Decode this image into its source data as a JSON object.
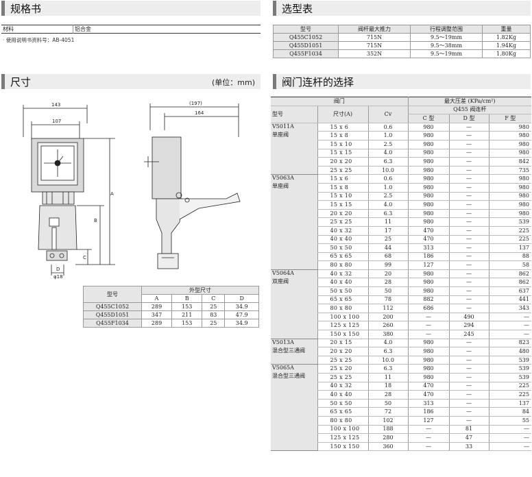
{
  "sections": {
    "specs": {
      "title": "规格书"
    },
    "selection": {
      "title": "选型表"
    },
    "dimensions": {
      "title": "尺寸",
      "unit": "(单位：mm)"
    },
    "linkage": {
      "title": "阀门连杆的选择"
    }
  },
  "material": {
    "label": "材料",
    "value": "铝合金"
  },
  "note": "· 使用说明书资料号：AB-4051",
  "selection_table": {
    "headers": [
      "型号",
      "阀杆最大推力",
      "行程调整范围",
      "重量"
    ],
    "rows": [
      [
        "Q455C1052",
        "715N",
        "9.5～19mm",
        "1.82Kg"
      ],
      [
        "Q455D1051",
        "715N",
        "9.5～38mm",
        "1.94Kg"
      ],
      [
        "Q455F1034",
        "352N",
        "9.5～19mm",
        "1.80Kg"
      ]
    ]
  },
  "drawing": {
    "dim_143": "143",
    "dim_107": "107",
    "dim_197": "(197)",
    "dim_164": "164",
    "label_a": "A",
    "label_b": "B",
    "label_c": "C",
    "label_d": "D",
    "dim_bottom": "φ18"
  },
  "dims_table": {
    "model_header": "型号",
    "group_header": "外型尺寸",
    "cols": [
      "A",
      "B",
      "C",
      "D"
    ],
    "rows": [
      [
        "Q455C1052",
        "289",
        "153",
        "25",
        "34.9"
      ],
      [
        "Q455D1051",
        "347",
        "211",
        "83",
        "47.9"
      ],
      [
        "Q455F1034",
        "289",
        "153",
        "25",
        "34.9"
      ]
    ]
  },
  "valve_table": {
    "h_valve": "阀门",
    "h_maxdp": "最大压差 (KPa/cm²)",
    "h_model": "型号",
    "h_size": "尺寸(A)",
    "h_cv": "Cv",
    "h_linkage": "Q455 阀连杆",
    "h_c": "C 型",
    "h_d": "D 型",
    "h_f": "F 型",
    "groups": [
      {
        "model": "V5011A",
        "desc": "单座阀",
        "rows": [
          [
            "15 x 6",
            "0.6",
            "980",
            "—",
            "980"
          ],
          [
            "15 x 8",
            "1.0",
            "980",
            "—",
            "980"
          ],
          [
            "15 x 10",
            "2.5",
            "980",
            "—",
            "980"
          ],
          [
            "15 x 15",
            "4.0",
            "980",
            "—",
            "980"
          ],
          [
            "20 x 20",
            "6.3",
            "980",
            "—",
            "842"
          ],
          [
            "25 x 25",
            "10.0",
            "980",
            "—",
            "735"
          ]
        ]
      },
      {
        "model": "V5063A",
        "desc": "单座阀",
        "rows": [
          [
            "15 x 6",
            "0.6",
            "980",
            "—",
            "980"
          ],
          [
            "15 x 8",
            "1.0",
            "980",
            "—",
            "980"
          ],
          [
            "15 x 10",
            "2.5",
            "980",
            "—",
            "980"
          ],
          [
            "15 x 15",
            "4.0",
            "980",
            "—",
            "980"
          ],
          [
            "20 x 20",
            "6.3",
            "980",
            "—",
            "980"
          ],
          [
            "25 x 25",
            "11",
            "980",
            "—",
            "539"
          ],
          [
            "40 x 32",
            "17",
            "470",
            "—",
            "225"
          ],
          [
            "40 x 40",
            "25",
            "470",
            "—",
            "225"
          ],
          [
            "50 x 50",
            "44",
            "313",
            "—",
            "137"
          ],
          [
            "65 x 65",
            "68",
            "186",
            "—",
            "88"
          ],
          [
            "80 x 80",
            "99",
            "127",
            "—",
            "58"
          ]
        ]
      },
      {
        "model": "V5064A",
        "desc": "双座阀",
        "rows": [
          [
            "40 x 32",
            "20",
            "980",
            "—",
            "862"
          ],
          [
            "40 x 40",
            "28",
            "980",
            "—",
            "862"
          ],
          [
            "50 x 50",
            "50",
            "980",
            "—",
            "637"
          ],
          [
            "65 x 65",
            "78",
            "882",
            "—",
            "441"
          ],
          [
            "80 x 80",
            "112",
            "686",
            "—",
            "343"
          ],
          [
            "100 x 100",
            "200",
            "—",
            "490",
            "—"
          ],
          [
            "125 x 125",
            "260",
            "—",
            "294",
            "—"
          ],
          [
            "150 x 150",
            "380",
            "—",
            "245",
            "—"
          ]
        ]
      },
      {
        "model": "V5013A",
        "desc": "混合型三通阀",
        "rows": [
          [
            "20 x 15",
            "4.0",
            "980",
            "—",
            "823"
          ],
          [
            "20 x 20",
            "6.3",
            "980",
            "—",
            "480"
          ],
          [
            "25 x 25",
            "10.0",
            "980",
            "—",
            "539"
          ]
        ]
      },
      {
        "model": "V5065A",
        "desc": "混合型三通阀",
        "rows": [
          [
            "25 x 20",
            "6.3",
            "980",
            "—",
            "539"
          ],
          [
            "25 x 25",
            "11",
            "980",
            "—",
            "539"
          ],
          [
            "40 x 32",
            "18",
            "470",
            "—",
            "225"
          ],
          [
            "40 x 40",
            "28",
            "470",
            "—",
            "225"
          ],
          [
            "50 x 50",
            "50",
            "313",
            "—",
            "137"
          ],
          [
            "65 x 65",
            "72",
            "186",
            "—",
            "84"
          ],
          [
            "80 x 80",
            "102",
            "127",
            "—",
            "55"
          ],
          [
            "100 x 100",
            "188",
            "—",
            "81",
            "—"
          ],
          [
            "125 x 125",
            "280",
            "—",
            "47",
            "—"
          ],
          [
            "150 x 150",
            "360",
            "—",
            "33",
            "—"
          ]
        ]
      }
    ]
  }
}
